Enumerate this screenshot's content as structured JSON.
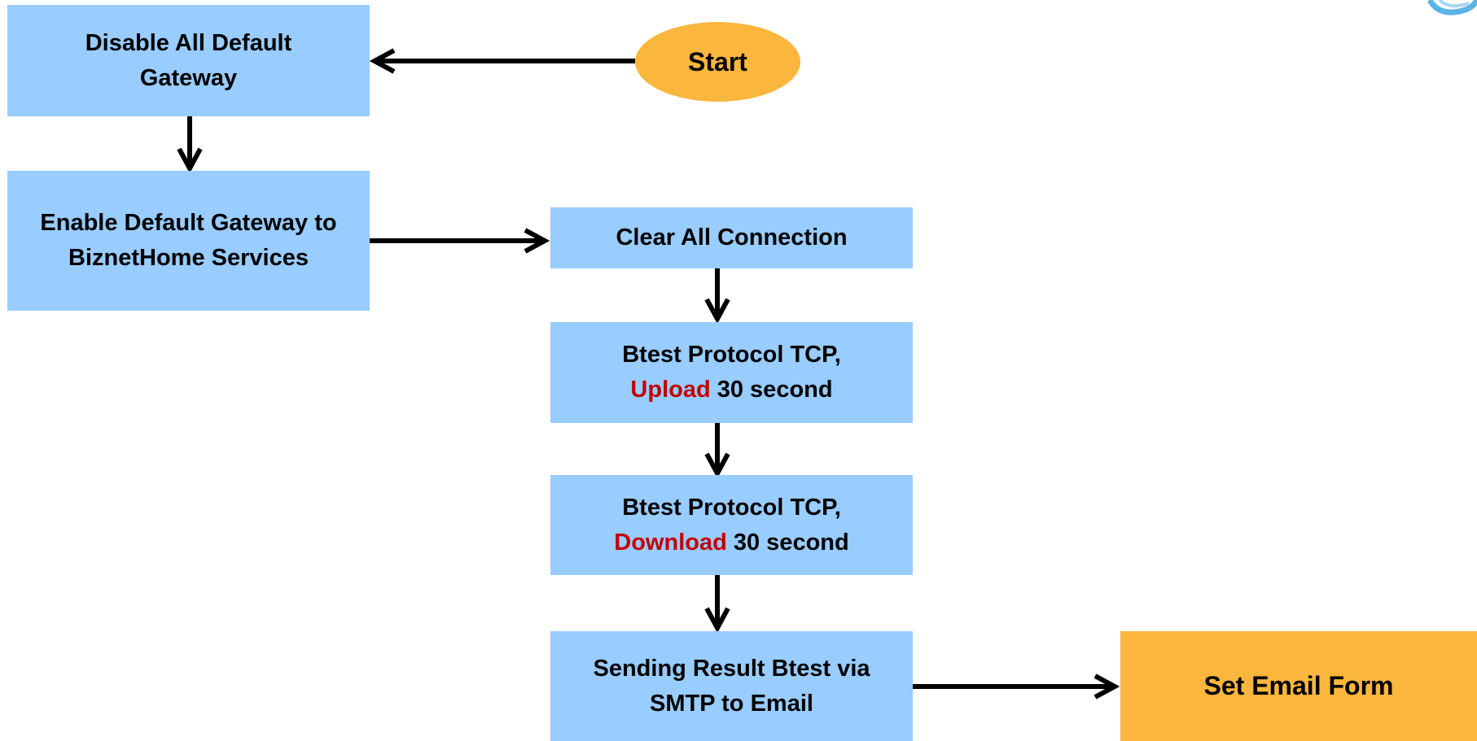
{
  "nodes": {
    "start": "Start",
    "disable_gateway": [
      "Disable All Default",
      "Gateway"
    ],
    "enable_gateway": [
      "Enable Default Gateway to",
      "BiznetHome Services"
    ],
    "clear_connection": "Clear All Connection",
    "upload_test": {
      "line1": "Btest Protocol TCP,",
      "highlight": "Upload",
      "rest": " 30 second"
    },
    "download_test": {
      "line1": "Btest Protocol TCP,",
      "highlight": "Download",
      "rest": " 30 second"
    },
    "send_result": [
      "Sending Result Btest via",
      "SMTP to Email"
    ],
    "email_form": "Set Email Form"
  },
  "colors": {
    "process_box": "#99ccff",
    "terminal": "#fab63d",
    "highlight_text": "#c00000",
    "arrow": "#000000"
  }
}
